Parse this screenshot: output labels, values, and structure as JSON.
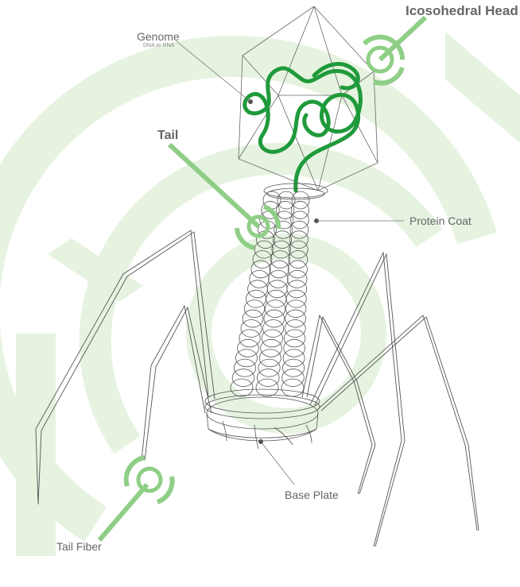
{
  "labels": {
    "head": "Icosohedral Head",
    "genome": "Genome",
    "genome_sub": "DNA or RNA",
    "tail": "Tail",
    "protein_coat": "Protein Coat",
    "base_plate": "Base Plate",
    "tail_fiber": "Tail Fiber"
  },
  "colors": {
    "accent_green": "#1f9a3b",
    "light_green": "#8fce86",
    "background_green": "#e6f3e0",
    "wire": "#555555",
    "label_text": "#666666"
  }
}
